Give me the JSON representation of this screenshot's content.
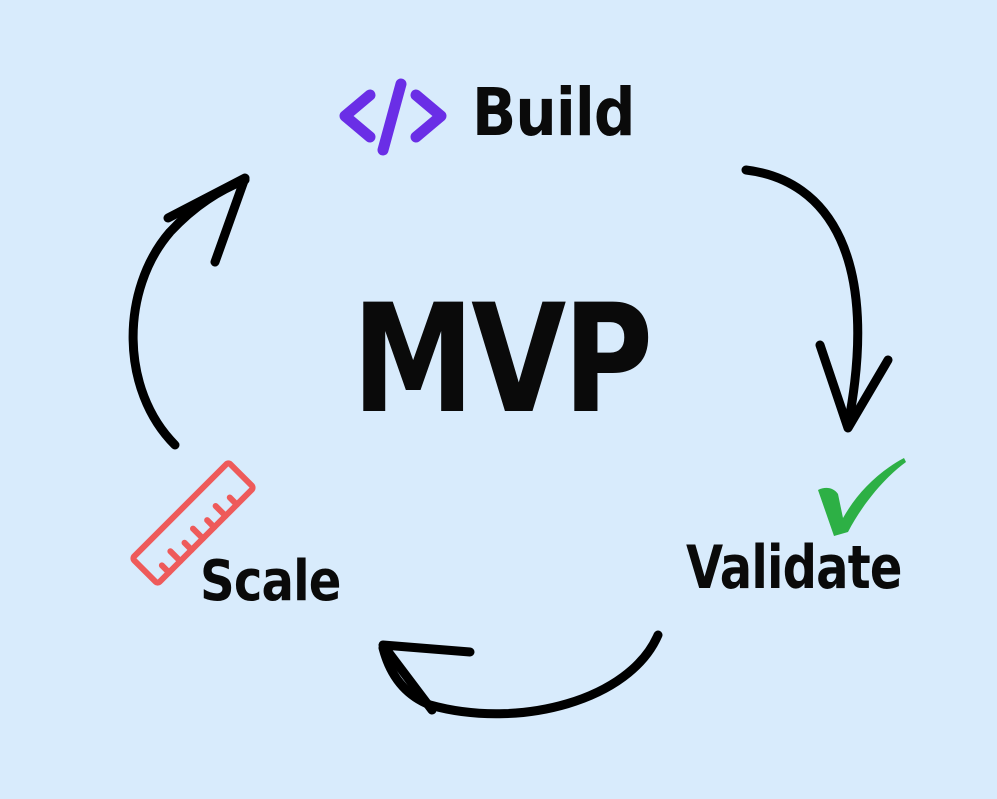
{
  "diagram": {
    "type": "cycle",
    "center_label": "MVP",
    "nodes": [
      {
        "id": "build",
        "label": "Build",
        "icon": "code-brackets-icon",
        "icon_color": "#6a2ee6"
      },
      {
        "id": "validate",
        "label": "Validate",
        "icon": "checkmark-icon",
        "icon_color": "#2db045"
      },
      {
        "id": "scale",
        "label": "Scale",
        "icon": "ruler-icon",
        "icon_color": "#ee5a5a"
      }
    ],
    "edges": [
      {
        "from": "build",
        "to": "validate"
      },
      {
        "from": "validate",
        "to": "scale"
      },
      {
        "from": "scale",
        "to": "build"
      }
    ],
    "colors": {
      "background": "#d8ebfc",
      "text": "#0a0a0a",
      "arrows": "#000000"
    }
  }
}
